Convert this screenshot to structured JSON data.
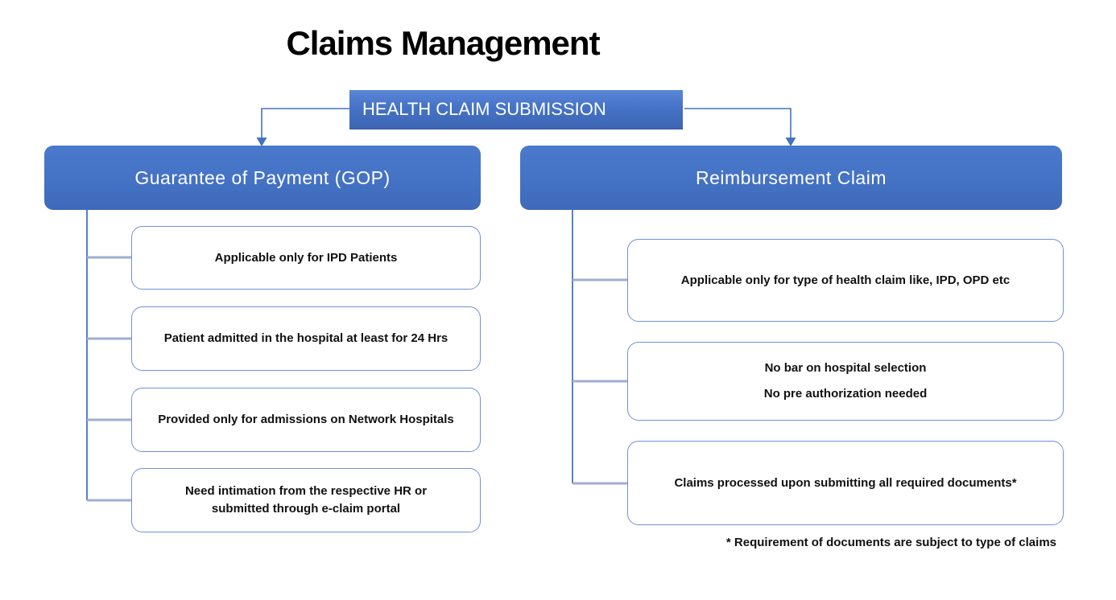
{
  "title": "Claims Management",
  "root": {
    "label": "HEALTH CLAIM SUBMISSION"
  },
  "left_branch": {
    "label": "Guarantee of Payment (GOP)",
    "items": [
      "Applicable only for IPD Patients",
      "Patient admitted in the hospital at least for 24 Hrs",
      "Provided only for admissions on Network Hospitals",
      "Need intimation from the respective HR or submitted through e-claim portal"
    ]
  },
  "right_branch": {
    "label": "Reimbursement Claim",
    "items": [
      {
        "lines": [
          "Applicable only for type of health claim like, IPD, OPD etc"
        ]
      },
      {
        "lines": [
          "No bar on hospital selection",
          "No pre authorization needed"
        ]
      },
      {
        "lines": [
          "Claims processed upon submitting all required documents*"
        ]
      }
    ]
  },
  "footnote": "* Requirement of documents are subject to type of claims",
  "colors": {
    "node_fill": "#4472c4",
    "node_fill_top": "#5b86d7",
    "node_fill_bottom": "#3e66b4",
    "leaf_border": "#7191d8",
    "trunk_line": "#4472c4",
    "stub_line": "#a0aed2",
    "text_on_blue": "#ffffff",
    "body_text": "#111111"
  }
}
